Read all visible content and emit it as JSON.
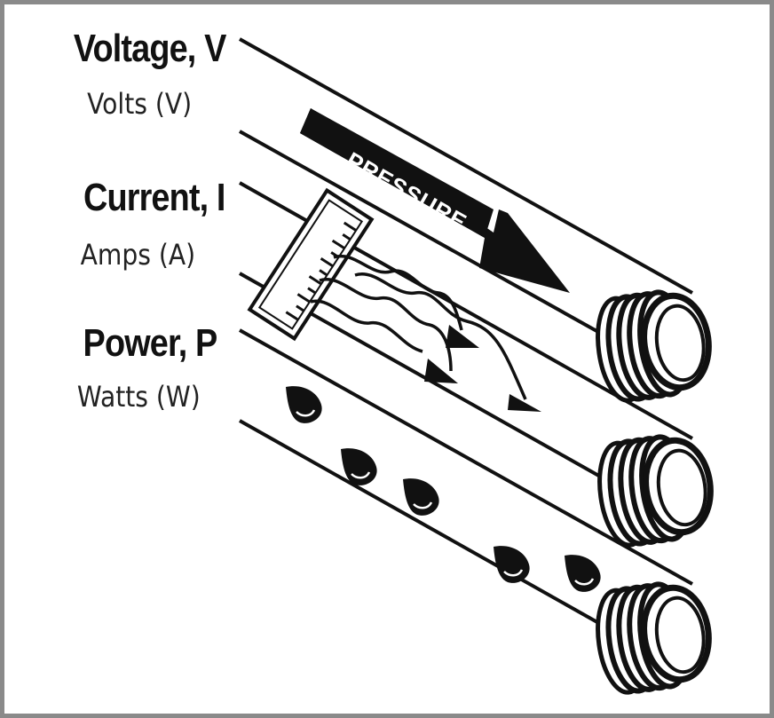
{
  "labels": {
    "voltage": {
      "title": "Voltage, V",
      "unit": "Volts (V)"
    },
    "current": {
      "title": "Current, I",
      "unit": "Amps (A)"
    },
    "power": {
      "title": "Power, P",
      "unit": "Watts (W)"
    }
  },
  "arrow_text": "PRESSURE",
  "colors": {
    "border": "#8a8a8a",
    "ink": "#111111",
    "background": "#ffffff"
  }
}
